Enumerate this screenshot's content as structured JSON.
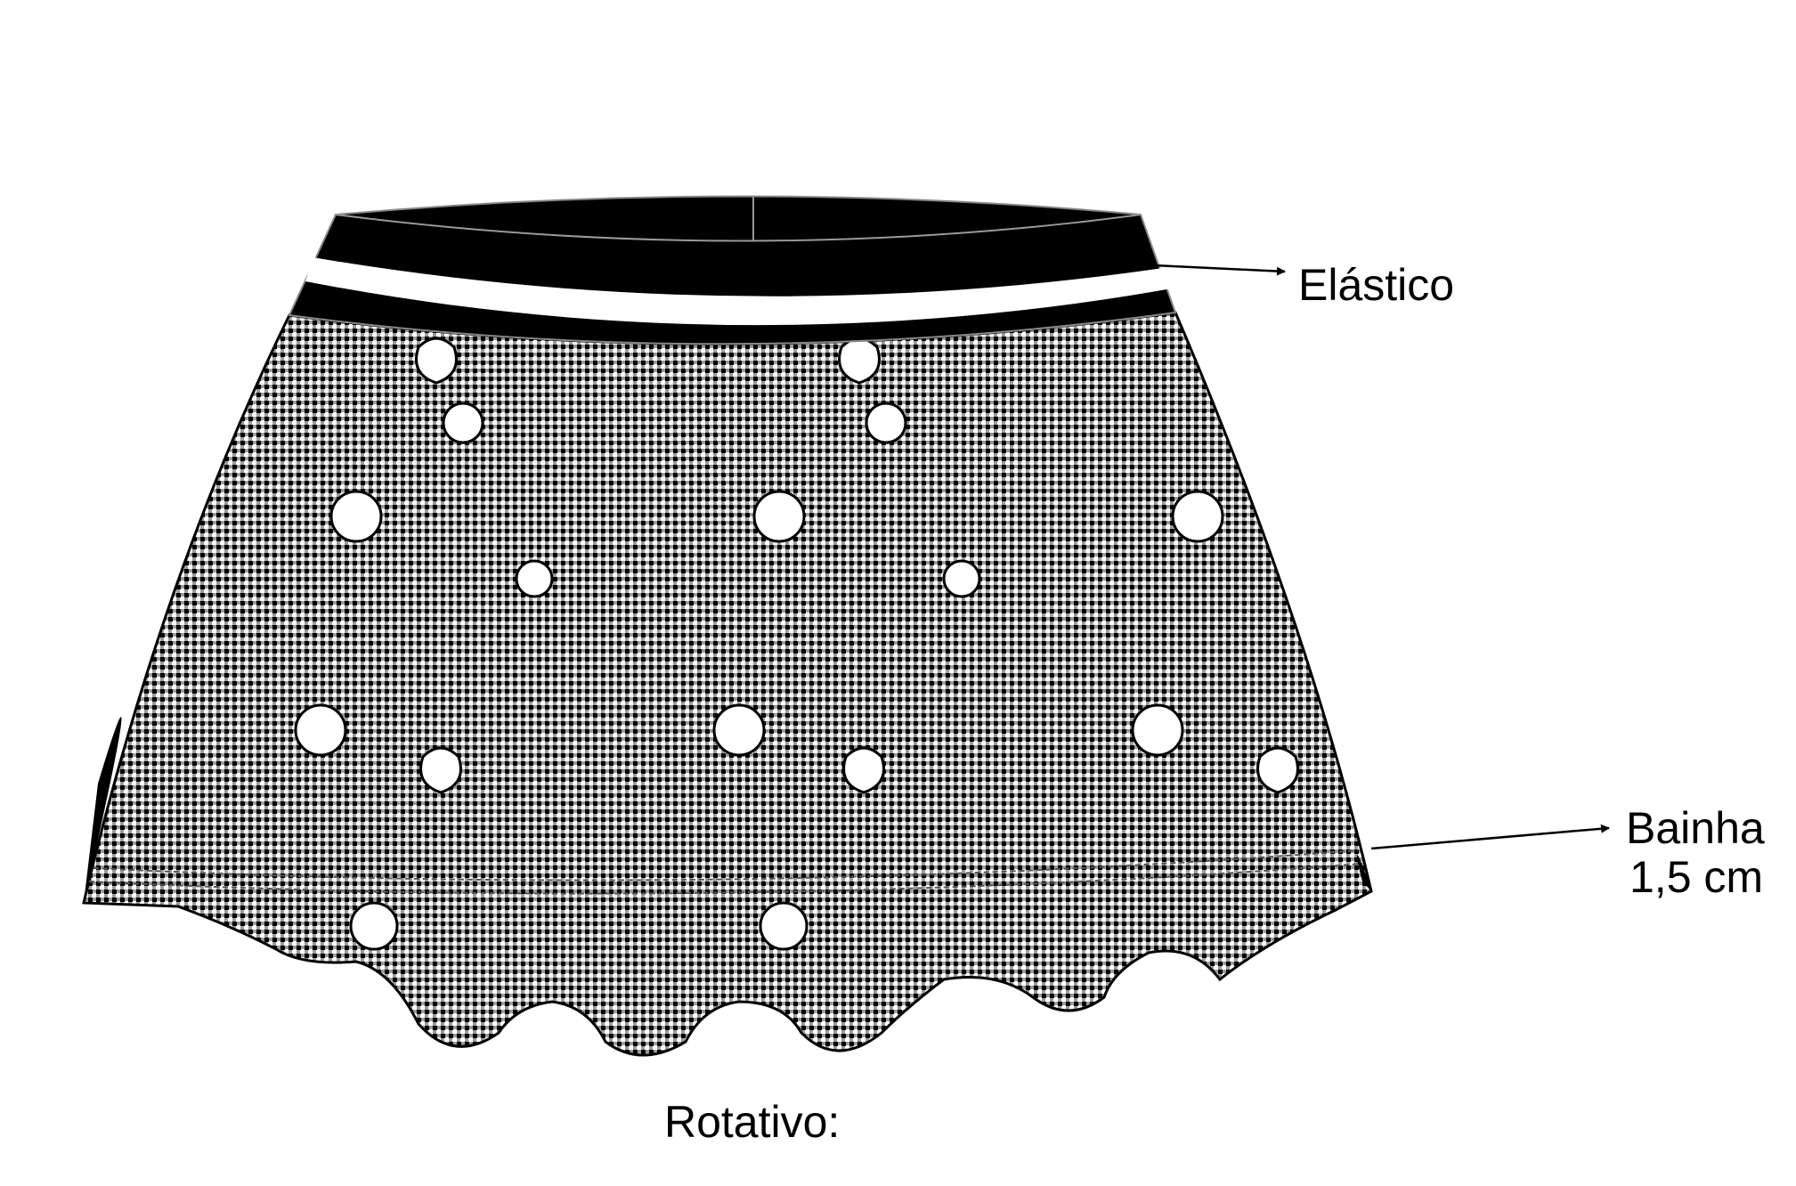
{
  "labels": {
    "waistband": "Elástico",
    "hem_title": "Bainha",
    "hem_size": "1,5 cm",
    "caption": "Rotativo:"
  },
  "colors": {
    "band": "#000000",
    "stripe": "#ffffff",
    "print_background": "#ffffff",
    "print_check": "#000000"
  }
}
